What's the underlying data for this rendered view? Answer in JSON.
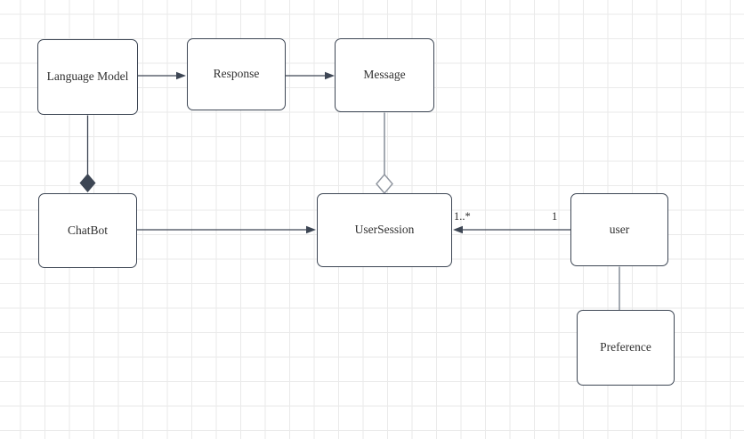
{
  "diagram": {
    "type": "uml-class-diagram",
    "nodes": {
      "language_model": {
        "label": "Language Model"
      },
      "response": {
        "label": "Response"
      },
      "message": {
        "label": "Message"
      },
      "chatbot": {
        "label": "ChatBot"
      },
      "usersession": {
        "label": "UserSession"
      },
      "user": {
        "label": "user"
      },
      "preference": {
        "label": "Preference"
      }
    },
    "edges": [
      {
        "from": "Language Model",
        "to": "Response",
        "type": "directed-association"
      },
      {
        "from": "Response",
        "to": "Message",
        "type": "directed-association"
      },
      {
        "from": "Language Model",
        "to": "ChatBot",
        "type": "composition"
      },
      {
        "from": "Message",
        "to": "UserSession",
        "type": "aggregation"
      },
      {
        "from": "ChatBot",
        "to": "UserSession",
        "type": "directed-association"
      },
      {
        "from": "user",
        "to": "UserSession",
        "type": "directed-association",
        "source_multiplicity": "1",
        "target_multiplicity": "1..*"
      },
      {
        "from": "user",
        "to": "Preference",
        "type": "association"
      }
    ],
    "colors": {
      "shape_stroke": "#3d4654",
      "gray_connector": "#8e949e",
      "text": "#303030",
      "grid_line": "#eaeaea",
      "canvas_bg": "#ffffff"
    }
  }
}
